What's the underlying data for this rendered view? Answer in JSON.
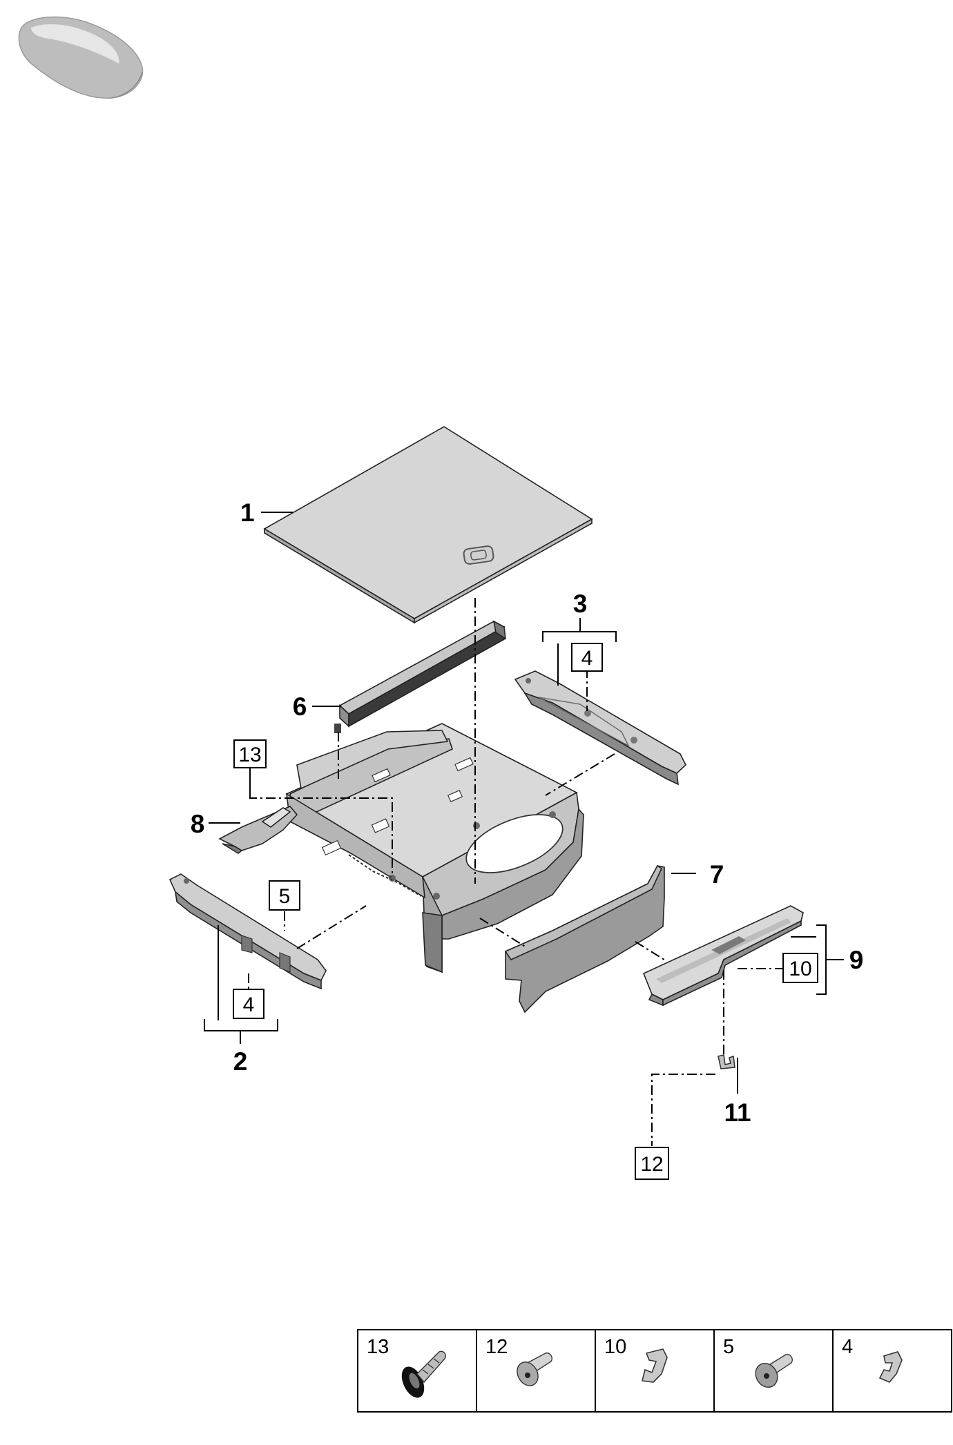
{
  "callouts": {
    "p1": "1",
    "p2": "2",
    "p3": "3",
    "p6": "6",
    "p7": "7",
    "p8": "8",
    "p9": "9",
    "p11": "11",
    "box13": "13",
    "box4_upper": "4",
    "box5": "5",
    "box4_lower": "4",
    "box10": "10",
    "box12": "12"
  },
  "legend": {
    "cells": [
      {
        "label": "13",
        "icon": "screw-icon"
      },
      {
        "label": "12",
        "icon": "rivet-icon"
      },
      {
        "label": "10",
        "icon": "clip-icon"
      },
      {
        "label": "5",
        "icon": "screw-icon"
      },
      {
        "label": "4",
        "icon": "clip-icon"
      }
    ]
  },
  "colors": {
    "part_fill": "#d4d4d4",
    "part_dark": "#9a9a9a",
    "line": "#000000"
  }
}
